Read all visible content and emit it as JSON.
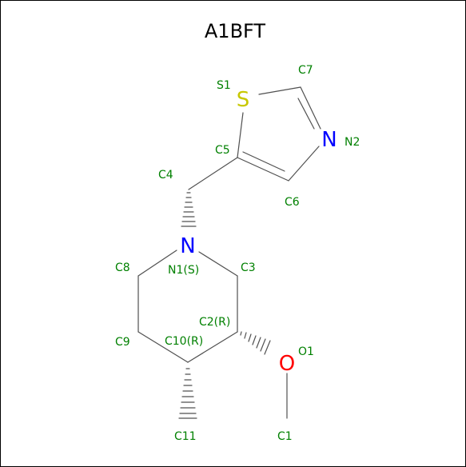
{
  "title": "A1BFT",
  "colors": {
    "carbon_label": "#008000",
    "bond": "#505050",
    "sulfur": "#c8c800",
    "nitrogen": "#0000ff",
    "oxygen": "#ff0000",
    "label_s": "#008000"
  },
  "elements": {
    "sulfur": "S",
    "nitrogen_ring": "N",
    "nitrogen_amine": "N",
    "oxygen": "O"
  },
  "atom_labels": {
    "s1": "S1",
    "c7": "C7",
    "n2": "N2",
    "c5": "C5",
    "c6": "C6",
    "c4": "C4",
    "c8": "C8",
    "n1": "N1(S)",
    "c3": "C3",
    "c2": "C2(R)",
    "c9": "C9",
    "c10": "C10(R)",
    "o1": "O1",
    "c11": "C11",
    "c1": "C1"
  }
}
